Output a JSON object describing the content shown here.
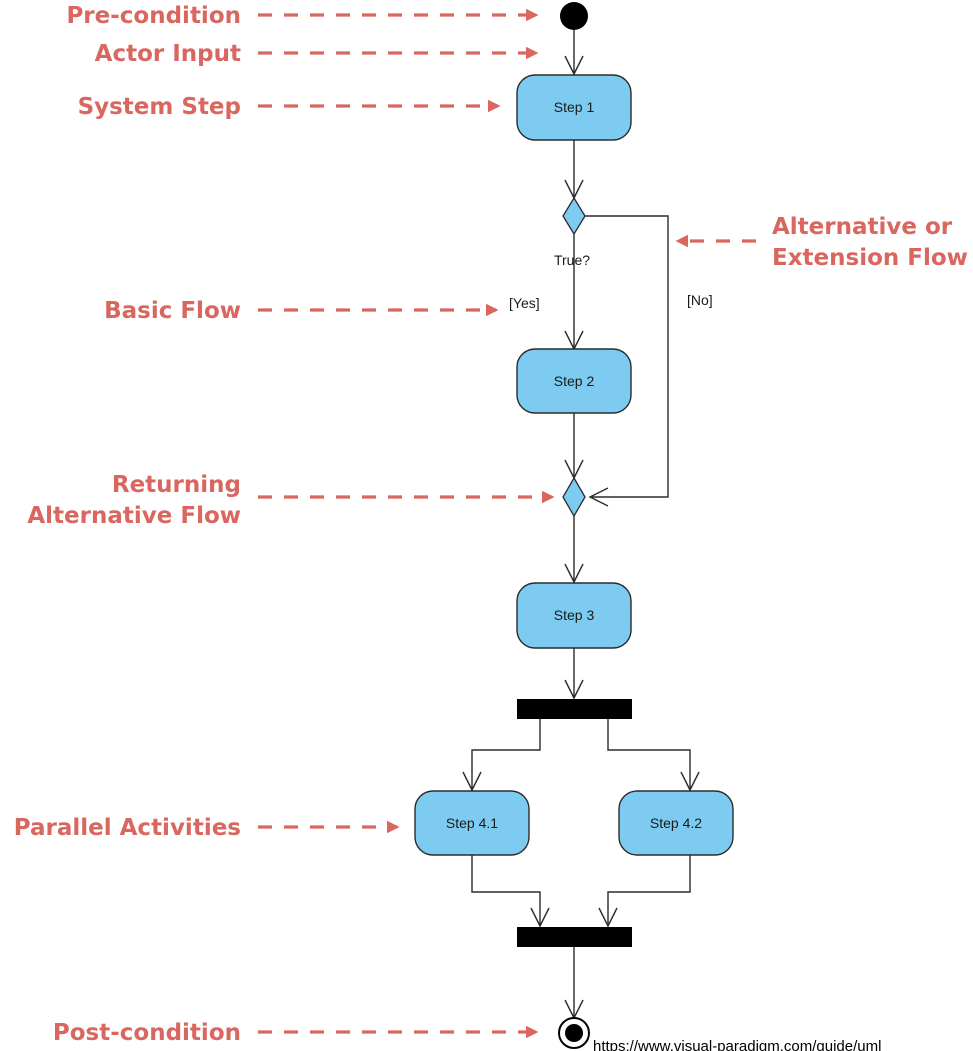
{
  "colors": {
    "annotation": "#d9675f",
    "node_fill": "#7ecbf2",
    "node_stroke": "#2b2b2b",
    "line": "#2b2b2b",
    "bar": "#000000"
  },
  "annotations": {
    "precondition": "Pre-condition",
    "actor_input": "Actor Input",
    "system_step": "System Step",
    "alternative_line1": "Alternative or",
    "alternative_line2": "Extension Flow",
    "basic_flow": "Basic Flow",
    "returning_line1": "Returning",
    "returning_line2": "Alternative Flow",
    "parallel": "Parallel Activities",
    "postcondition": "Post-condition"
  },
  "nodes": {
    "step1": "Step 1",
    "step2": "Step 2",
    "step3": "Step 3",
    "step41": "Step 4.1",
    "step42": "Step 4.2"
  },
  "guards": {
    "decision": "True?",
    "yes": "[Yes]",
    "no": "[No]"
  },
  "url": "https://www.visual-paradigm.com/guide/uml"
}
